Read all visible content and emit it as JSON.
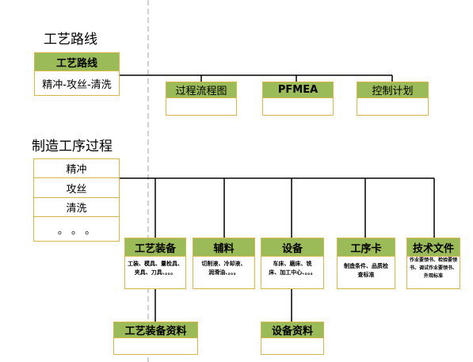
{
  "sections": {
    "route_title": "工艺路线",
    "process_title": "制造工序过程"
  },
  "route": {
    "header": "工艺路线",
    "value": "精冲-攻丝-清洗",
    "children": [
      "过程流程图",
      "PFMEA",
      "控制计划"
    ]
  },
  "process": {
    "steps": [
      "精冲",
      "攻丝",
      "清洗",
      "。 。 。"
    ],
    "children": [
      {
        "title": "工艺装备",
        "body": "工装、模具、量检具、夹具、刀具、。。。"
      },
      {
        "title": "辅料",
        "body": "切削液、冷却液、润滑油、。。。"
      },
      {
        "title": "设备",
        "body": "车床、磨床、铣床、加工中心、。。。"
      },
      {
        "title": "工序卡",
        "body": "制造条件、品质检查标准"
      },
      {
        "title": "技术文件",
        "body": "作业要领书、检验要领书、调试作业要领书、外观标准"
      }
    ],
    "resources": [
      "工艺装备资料",
      "设备资料"
    ]
  },
  "colors": {
    "header_fill": "#9bbb59",
    "border": "#d9b64a",
    "line": "#000000",
    "dashed": "#a6a6a6"
  }
}
